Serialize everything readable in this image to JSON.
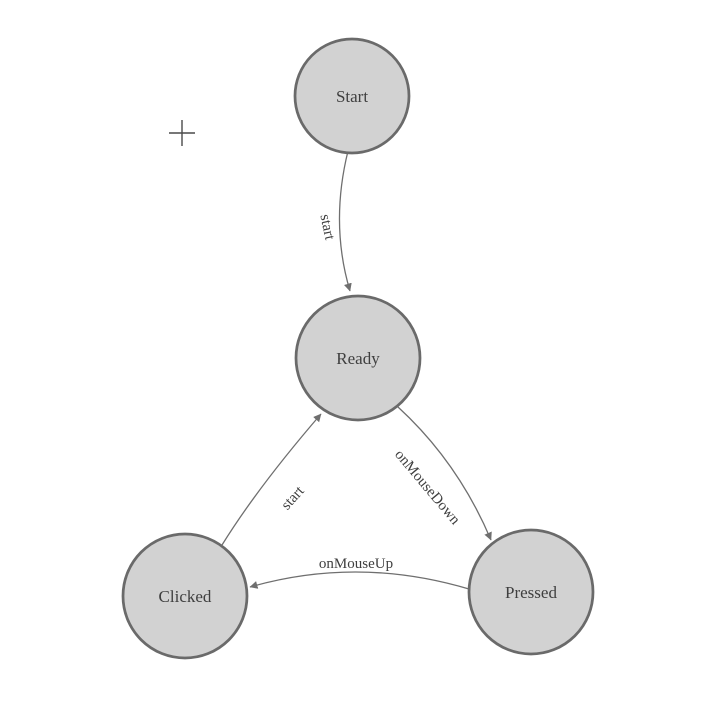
{
  "diagram": {
    "type": "state-machine",
    "nodes": [
      {
        "id": "start",
        "label": "Start"
      },
      {
        "id": "ready",
        "label": "Ready"
      },
      {
        "id": "clicked",
        "label": "Clicked"
      },
      {
        "id": "pressed",
        "label": "Pressed"
      }
    ],
    "edges": [
      {
        "from": "start",
        "to": "ready",
        "label": "start"
      },
      {
        "from": "ready",
        "to": "pressed",
        "label": "onMouseDown"
      },
      {
        "from": "pressed",
        "to": "clicked",
        "label": "onMouseUp"
      },
      {
        "from": "clicked",
        "to": "ready",
        "label": "start"
      }
    ],
    "icons": {
      "cursor": "plus-crosshair"
    },
    "colors": {
      "background": "#ffffff",
      "node_fill": "#d2d2d2",
      "node_stroke": "#6a6a6a",
      "edge_color": "#6f6f6f",
      "text_color": "#3f3f3f"
    }
  }
}
